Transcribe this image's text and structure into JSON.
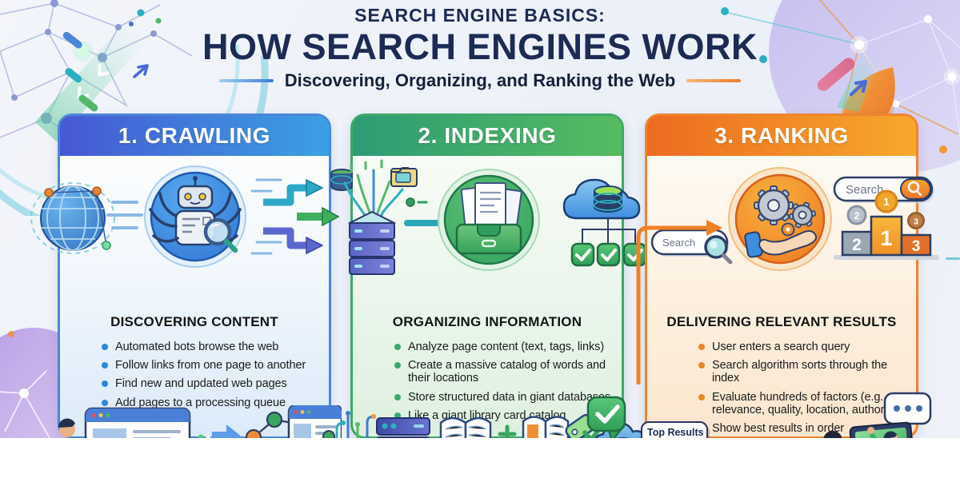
{
  "header": {
    "kicker": "SEARCH ENGINE BASICS:",
    "title": "HOW SEARCH ENGINES WORK",
    "subtitle": "Discovering, Organizing, and Ranking the Web"
  },
  "cards": [
    {
      "header": "1. CRAWLING",
      "title": "DISCOVERING CONTENT",
      "bullets": [
        "Automated bots browse the web",
        "Follow links from one page to another",
        "Find new and updated web pages",
        "Add pages to a processing queue"
      ]
    },
    {
      "header": "2. INDEXING",
      "title": "ORGANIZING INFORMATION",
      "bullets": [
        "Analyze page content (text, tags, links)",
        "Create a massive catalog of words and their locations",
        "Store structured data in giant databases",
        "Like a giant library card catalog"
      ]
    },
    {
      "header": "3. RANKING",
      "title": "DELIVERING RELEVANT RESULTS",
      "bullets": [
        "User enters a search query",
        "Search algorithm sorts through the index",
        "Evaluate hundreds of factors (e.g., relevance, quality, location, authority)",
        "Show best results in order"
      ]
    }
  ],
  "ranking_illustration": {
    "search_box_top": "Search",
    "search_box_left": "Search",
    "top_results_title": "Top Results",
    "podium_first": "1",
    "podium_second": "2",
    "podium_third": "3",
    "medal_first": "1",
    "medal_second": "2",
    "medal_third": "3",
    "badge_1": "1",
    "badge_2": "2",
    "badge_3": "3"
  },
  "colors": {
    "crawling_accent": "#3e8ede",
    "indexing_accent": "#3aa868",
    "ranking_accent": "#f08124",
    "navy": "#1c2a56"
  }
}
